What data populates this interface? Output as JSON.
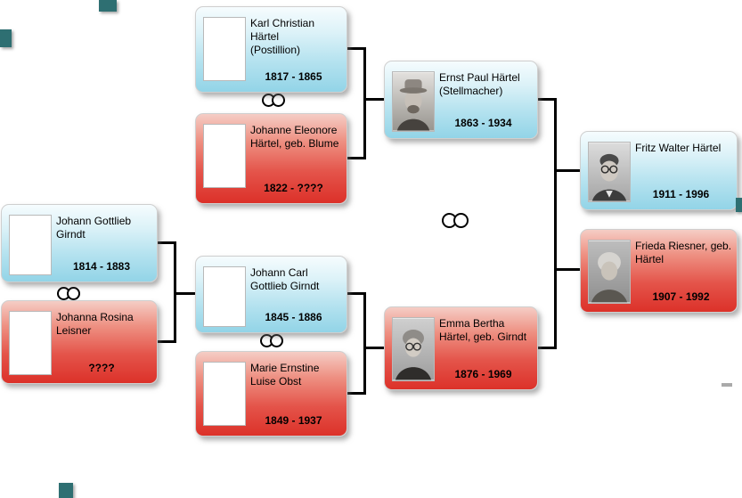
{
  "people": {
    "karl_christian": {
      "name": "Karl Christian Härtel (Postillion)",
      "dates": "1817 - 1865",
      "card_color": "blue"
    },
    "johanne_eleonore": {
      "name": "Johanne Eleonore Härtel, geb. Blume",
      "dates": "1822 - ????",
      "card_color": "red"
    },
    "ernst_paul": {
      "name": "Ernst Paul Härtel (Stellmacher)",
      "dates": "1863 - 1934",
      "card_color": "blue"
    },
    "fritz_walter": {
      "name": "Fritz Walter Härtel",
      "dates": "1911 - 1996",
      "card_color": "blue"
    },
    "frieda": {
      "name": "Frieda Riesner, geb. Härtel",
      "dates": "1907 - 1992",
      "card_color": "red"
    },
    "johann_gottlieb": {
      "name": "Johann Gottlieb Girndt",
      "dates": "1814 - 1883",
      "card_color": "blue"
    },
    "johanna_rosina": {
      "name": "Johanna Rosina Leisner",
      "dates": "????",
      "card_color": "red"
    },
    "johann_carl": {
      "name": "Johann Carl Gottlieb Girndt",
      "dates": "1845 - 1886",
      "card_color": "blue"
    },
    "marie_ernstine": {
      "name": "Marie Ernstine Luise Obst",
      "dates": "1849 - 1937",
      "card_color": "red"
    },
    "emma_bertha": {
      "name": "Emma Bertha Härtel, geb. Girndt",
      "dates": "1876 - 1969",
      "card_color": "red"
    }
  },
  "icons": {
    "marriage": "two-interlocked-rings"
  },
  "colors": {
    "male_card": "#92d4e7",
    "female_card": "#dc3129",
    "connector": "#000000",
    "edge_fragment": "#2e6f72"
  }
}
